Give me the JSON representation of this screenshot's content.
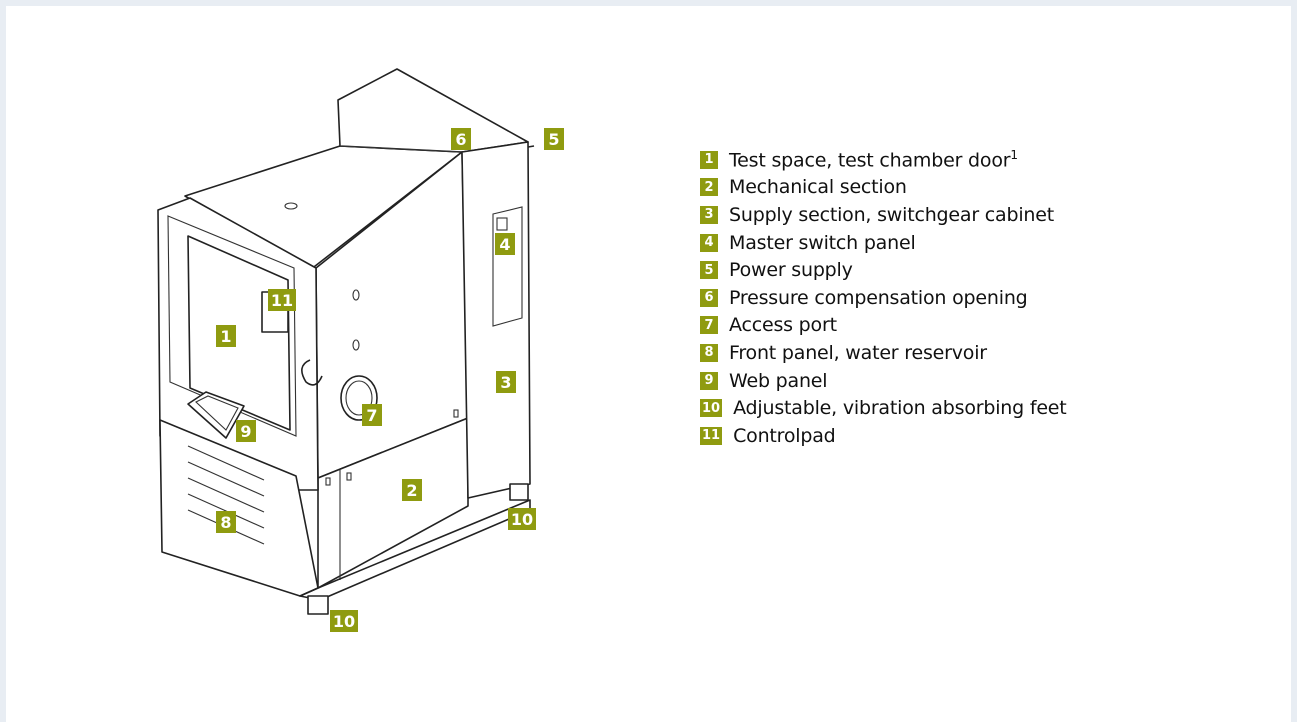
{
  "callouts": [
    {
      "id": "1",
      "label": "Test space, test chamber door",
      "sup": "1"
    },
    {
      "id": "2",
      "label": "Mechanical section",
      "sup": ""
    },
    {
      "id": "3",
      "label": "Supply section, switchgear cabinet",
      "sup": ""
    },
    {
      "id": "4",
      "label": "Master switch panel",
      "sup": ""
    },
    {
      "id": "5",
      "label": "Power supply",
      "sup": ""
    },
    {
      "id": "6",
      "label": "Pressure compensation opening",
      "sup": ""
    },
    {
      "id": "7",
      "label": "Access port",
      "sup": ""
    },
    {
      "id": "8",
      "label": "Front panel, water reservoir",
      "sup": ""
    },
    {
      "id": "9",
      "label": "Web panel",
      "sup": ""
    },
    {
      "id": "10",
      "label": "Adjustable, vibration absorbing feet",
      "sup": ""
    },
    {
      "id": "11",
      "label": "Controlpad",
      "sup": ""
    }
  ],
  "diagram_tags": {
    "t1": "1",
    "t2": "2",
    "t3": "3",
    "t4": "4",
    "t5": "5",
    "t6": "6",
    "t7": "7",
    "t8": "8",
    "t9": "9",
    "t10a": "10",
    "t10b": "10",
    "t11": "11"
  },
  "colors": {
    "badge": "#8f9b10",
    "background": "#e8edf3",
    "card": "#ffffff"
  }
}
